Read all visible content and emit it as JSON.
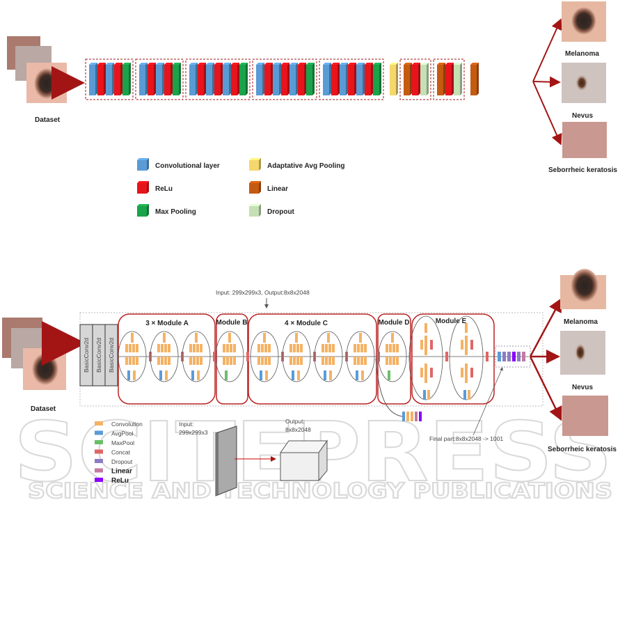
{
  "colors": {
    "conv": "#5b9bd5",
    "relu": "#e8141c",
    "maxpool": "#1aa34a",
    "avgpool_adaptive": "#f5d76e",
    "linear": "#c55a11",
    "dropout": "#c5e0b4",
    "dark_red": "#a31515",
    "inc_conv": "#f4b265",
    "inc_avgpool": "#5b9bd5",
    "inc_maxpool": "#6abf69",
    "inc_concat": "#e06666",
    "inc_dropout": "#8e7cc3",
    "inc_linear": "#c27ba0",
    "inc_relu": "#8b00ff"
  },
  "top": {
    "dataset_label": "Dataset",
    "groups": [
      [
        "conv",
        "relu",
        "conv",
        "relu",
        "maxpool"
      ],
      [
        "conv",
        "relu",
        "conv",
        "relu",
        "maxpool"
      ],
      [
        "conv",
        "relu",
        "conv",
        "relu",
        "conv",
        "relu",
        "maxpool"
      ],
      [
        "conv",
        "relu",
        "conv",
        "relu",
        "conv",
        "relu",
        "maxpool"
      ],
      [
        "conv",
        "relu",
        "conv",
        "relu",
        "conv",
        "relu",
        "maxpool"
      ],
      [
        "avgpool_adaptive"
      ],
      [
        "linear",
        "relu",
        "dropout"
      ],
      [
        "linear",
        "relu",
        "dropout"
      ],
      [
        "linear"
      ]
    ],
    "outputs": [
      "Melanoma",
      "Nevus",
      "Seborrheic keratosis"
    ],
    "legend": [
      {
        "key": "conv",
        "label": "Convolutional layer"
      },
      {
        "key": "relu",
        "label": "ReLu"
      },
      {
        "key": "maxpool",
        "label": "Max Pooling"
      },
      {
        "key": "avgpool_adaptive",
        "label": "Adaptative Avg Pooling"
      },
      {
        "key": "linear",
        "label": "Linear"
      },
      {
        "key": "dropout",
        "label": "Dropout"
      }
    ]
  },
  "bottom": {
    "dataset_label": "Dataset",
    "io_note": "Input: 299x299x3, Output:8x8x2048",
    "basic_conv": [
      "BasicConv2d",
      "BasicConv2d",
      "BasicConv2d"
    ],
    "modules": [
      "3 × Module A",
      "Module B",
      "4 × Module C",
      "Module D",
      "Module E"
    ],
    "outputs": [
      "Melanoma",
      "Nevus",
      "Seborrheic keratosis"
    ],
    "input_label": "Input:",
    "input_value": "299x299x3",
    "output_label": "Output:",
    "output_value": "8x8x2048",
    "final_part": "Final part:8x8x2048 -> 1001",
    "legend": [
      {
        "key": "inc_conv",
        "label": "Convolution"
      },
      {
        "key": "inc_avgpool",
        "label": "AvgPool"
      },
      {
        "key": "inc_maxpool",
        "label": "MaxPool"
      },
      {
        "key": "inc_concat",
        "label": "Concat"
      },
      {
        "key": "inc_dropout",
        "label": "Dropout"
      },
      {
        "key": "inc_linear",
        "label": "Linear"
      },
      {
        "key": "inc_relu",
        "label": "ReLu"
      }
    ]
  },
  "watermark": {
    "big": "SCITEPRESS",
    "small": "SCIENCE AND TECHNOLOGY PUBLICATIONS"
  }
}
